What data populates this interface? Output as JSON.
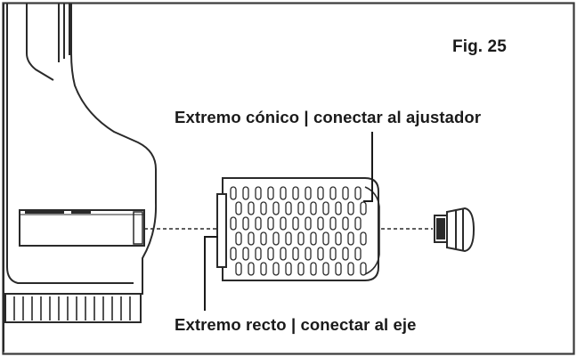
{
  "figure": {
    "number_label": "Fig. 25",
    "callouts": {
      "conical_end": "Extremo cónico | conectar al ajustador",
      "straight_end": "Extremo recto | conectar al eje"
    }
  },
  "colors": {
    "frame": "#3a3a3a",
    "outline": "#2a2a2a",
    "text": "#1a1a1a",
    "background": "#ffffff"
  },
  "parts": [
    "appliance-housing",
    "shaft",
    "bristle-brush-roll",
    "adjuster-cap"
  ]
}
